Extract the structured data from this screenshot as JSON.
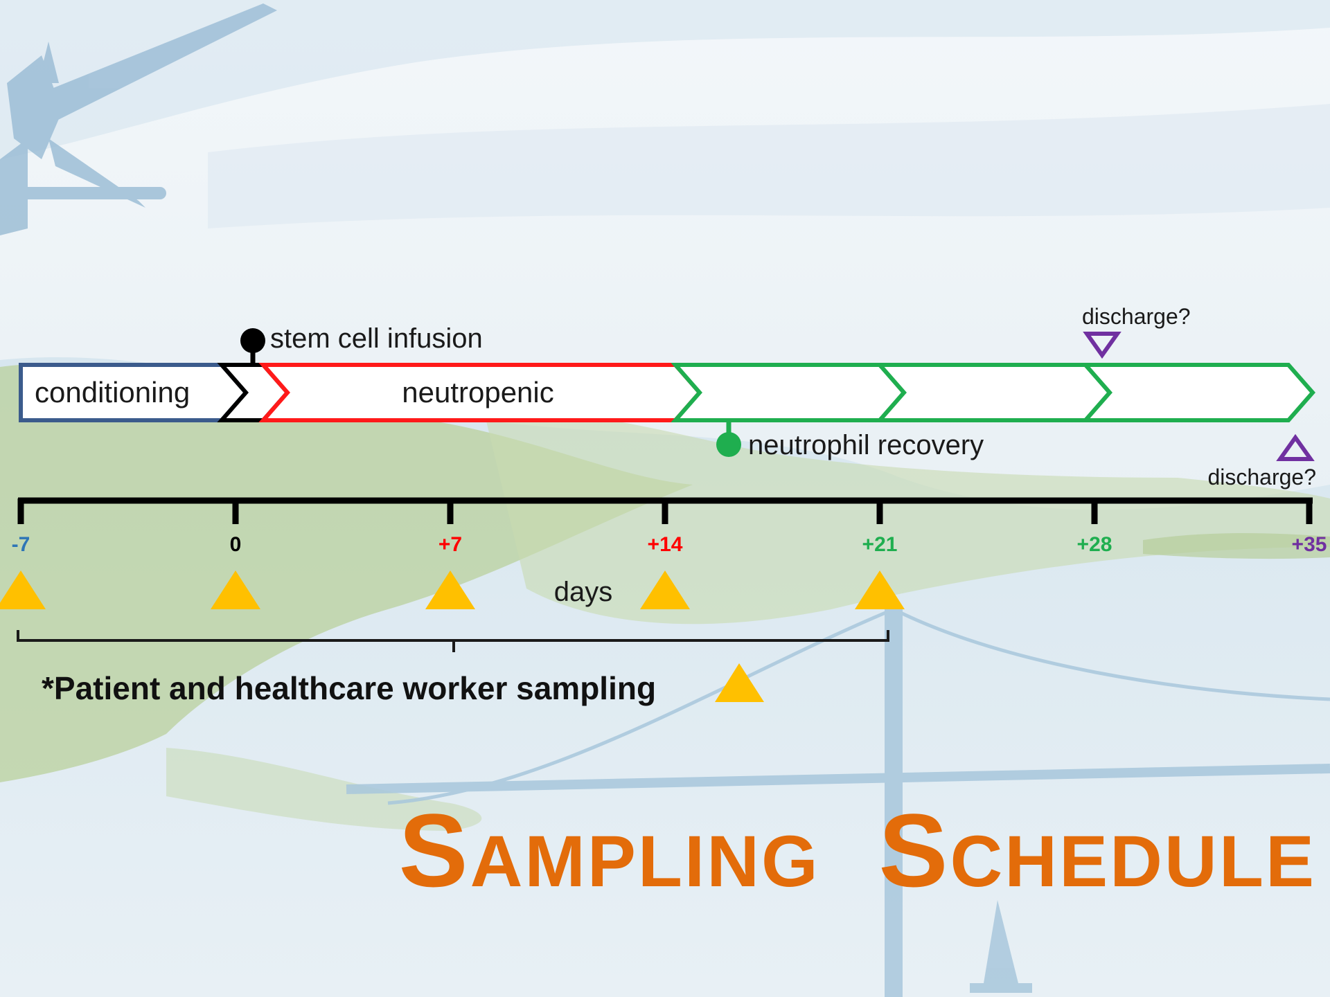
{
  "colors": {
    "conditioning": "#3b5b8c",
    "infusion": "#000000",
    "neutropenic": "#ff1a1a",
    "recovery": "#1fae4f",
    "discharge": "#7030a0",
    "sampling": "#ffc000",
    "title": "#e36c0a",
    "tick_minus7": "#2e75b6",
    "tick_0": "#000000",
    "tick_red": "#ff0000",
    "tick_green": "#1fae4f",
    "tick_purple": "#7030a0"
  },
  "phases": {
    "conditioning": "conditioning",
    "neutropenic": "neutropenic"
  },
  "events": {
    "stem_cell_infusion": "stem cell infusion",
    "neutrophil_recovery": "neutrophil recovery",
    "discharge_top": "discharge?",
    "discharge_bottom": "discharge?"
  },
  "axis": {
    "label": "days",
    "ticks": [
      "-7",
      "0",
      "+7",
      "+14",
      "+21",
      "+28",
      "+35"
    ]
  },
  "sampling": {
    "days": [
      "-7",
      "0",
      "+7",
      "+14",
      "+21"
    ],
    "legend": "*Patient and healthcare worker sampling"
  },
  "title": {
    "word1": "Sampling",
    "word2": "Schedule"
  }
}
